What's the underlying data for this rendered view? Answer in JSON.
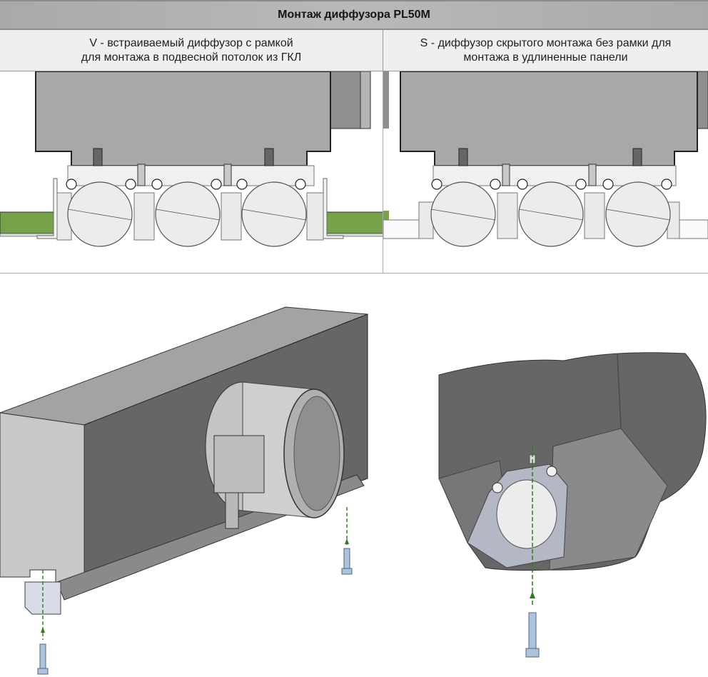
{
  "header": {
    "title": "Монтаж диффузора PL50M"
  },
  "variants": [
    {
      "code": "V",
      "line1": "V - встраиваемый диффузор с рамкой",
      "line2": "для монтажа в подвесной потолок из ГКЛ"
    },
    {
      "code": "S",
      "line1": "S - диффузор скрытого монтажа без рамки для",
      "line2": "монтажа в удлиненные панели"
    }
  ],
  "section_views": [
    {
      "variant": "V",
      "slot_count": 3,
      "ceiling": "drywall (green)"
    },
    {
      "variant": "S",
      "slot_count": 3,
      "ceiling": "elongated panels"
    }
  ],
  "colors": {
    "header_bg": "#b0b0b0",
    "subheader_bg": "#efefef",
    "plenum_gray": "#a8a8a8",
    "plenum_dark": "#666666",
    "drywall_green": "#76a34a",
    "profile_light": "#ececec",
    "arrow_green": "#2e7d1e",
    "screw_blue": "#a9c4dc"
  }
}
